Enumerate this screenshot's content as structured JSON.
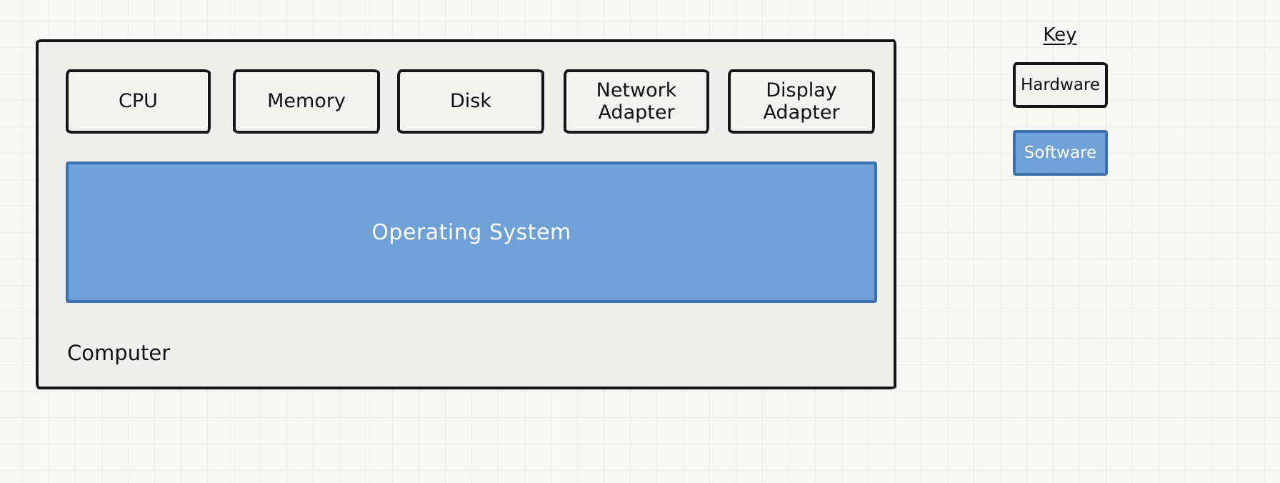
{
  "diagram": {
    "computer": {
      "label": "Computer",
      "hardware_components": [
        {
          "label": "CPU"
        },
        {
          "label": "Memory"
        },
        {
          "label": "Disk"
        },
        {
          "label": "Network Adapter"
        },
        {
          "label": "Display Adapter"
        }
      ],
      "software_components": [
        {
          "label": "Operating System"
        }
      ]
    },
    "key": {
      "title": "Key",
      "items": [
        {
          "label": "Hardware",
          "type": "hardware"
        },
        {
          "label": "Software",
          "type": "software"
        }
      ]
    },
    "colors": {
      "hardware_fill": "#efefee",
      "hardware_border": "#141414",
      "software_fill": "#6fa0d6",
      "software_border": "#3c72ad",
      "software_text": "#ffffff",
      "canvas_background": "#f8f8f7",
      "grid_line": "#ececeb"
    }
  }
}
